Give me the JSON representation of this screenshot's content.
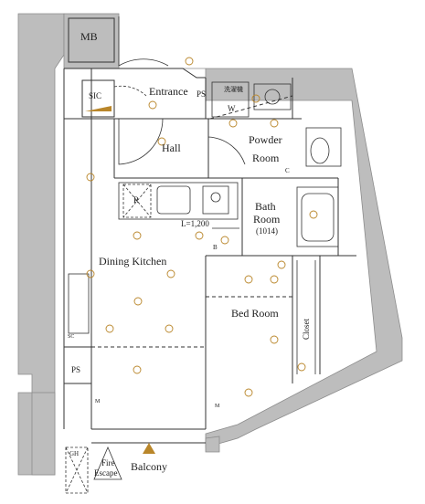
{
  "rooms": {
    "mb": "MB",
    "sic": "SIC",
    "entrance": "Entrance",
    "ps_top": "PS",
    "hall": "Hall",
    "powder_line1": "Powder",
    "powder_line2": "Room",
    "bath_line1": "Bath",
    "bath_line2": "Room",
    "bath_size": "(1014)",
    "dining_kitchen": "Dining Kitchen",
    "bed_room": "Bed Room",
    "closet": "Closet",
    "ps_left": "PS",
    "balcony": "Balcony",
    "fire_line1": "Fire",
    "fire_line2": "Escape",
    "gh": "GH"
  },
  "fixtures": {
    "washer_label": "洗濯機",
    "washer_w": "W",
    "kitchen_width": "L=1,200",
    "refrigerator": "R",
    "c_mark": "C",
    "b_mark": "B",
    "m_mark_left": "M",
    "m_mark_right": "M",
    "sc_mark": "SC"
  },
  "colors": {
    "wall": "#bdbdbd",
    "wall_edge": "#8c8c8c",
    "line": "#333333",
    "accent": "#b9862a"
  }
}
